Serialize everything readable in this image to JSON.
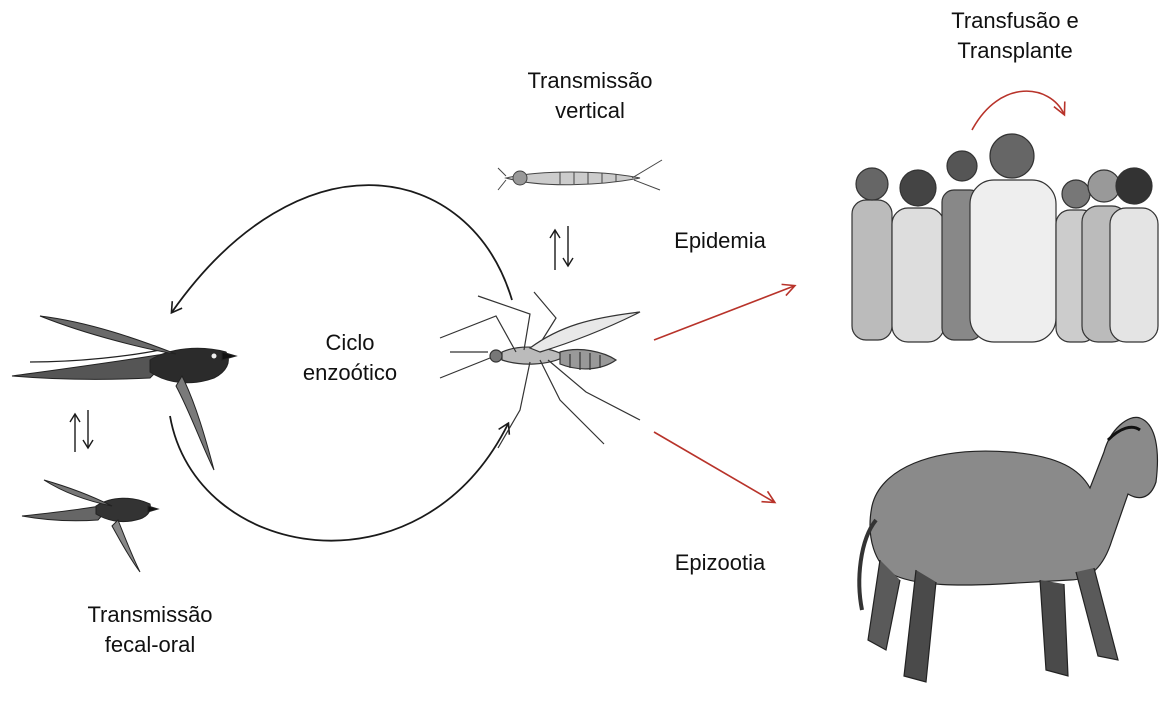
{
  "labels": {
    "vertical_transmission": [
      "Transmissão",
      "vertical"
    ],
    "transfusion": [
      "Transfusão e",
      "Transplante"
    ],
    "epidemic": "Epidemia",
    "epizootic": "Epizootia",
    "enzootic_cycle": [
      "Ciclo",
      "enzoótico"
    ],
    "fecal_oral": [
      "Transmissão",
      "fecal-oral"
    ]
  },
  "icons": {
    "cycle_arrows": "black-curved-arrow",
    "spread_arrows": "red-arrow",
    "bidirectional": "up-down-arrows"
  },
  "colors": {
    "cycle_arrow": "#1a1a1a",
    "spread_arrow": "#b8332a",
    "drawing": "#333333"
  }
}
